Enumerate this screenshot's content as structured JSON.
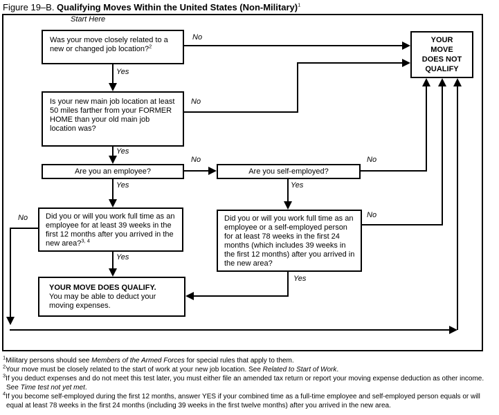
{
  "title": {
    "prefix": "Figure 19–B. ",
    "bold": "Qualifying Moves Within the United States (Non-Military)",
    "sup": "1"
  },
  "start_here": "Start Here",
  "labels": {
    "no": "No",
    "yes": "Yes"
  },
  "boxes": {
    "q1": {
      "text": "Was your move closely related to a new or changed job location?",
      "sup": "2"
    },
    "q2": {
      "text": "Is your new main job location at least 50 miles farther from your FORMER HOME than your old main job location was?"
    },
    "q3": {
      "text": "Are you an employee?"
    },
    "q4": {
      "text": "Are you self-employed?"
    },
    "q5": {
      "text": "Did you or will you work full time as an employee for at least 39 weeks in the first 12 months after you arrived in the new area?",
      "sup": "3, 4"
    },
    "q6": {
      "text": "Did you or will you work full time as an employee or a self-employed person for at least 78 weeks in the first 24 months (which includes 39 weeks in the first 12 months) after you arrived in the new area?"
    },
    "qualify": {
      "title": "YOUR MOVE DOES QUALIFY.",
      "text": "You may be able to deduct your moving expenses."
    },
    "not_qualify": {
      "text": "YOUR MOVE DOES NOT QUALIFY"
    }
  },
  "footnotes": [
    {
      "sup": "1",
      "pre": "Military persons should see ",
      "italic": "Members of the Armed Forces",
      "post": " for special rules that apply to them."
    },
    {
      "sup": "2",
      "pre": "Your move must be closely related to the start of work at your new job location. See ",
      "italic": "Related to Start of Work",
      "post": "."
    },
    {
      "sup": "3",
      "pre": "If you deduct expenses and do not meet this test later, you must either file an amended tax return or report your moving expense deduction as other income. See ",
      "italic": "Time test not yet met",
      "post": "."
    },
    {
      "sup": "4",
      "pre": "If you become self-employed during the first 12 months, answer YES if your combined time as a full-time employee and self-employed person equals or will equal at least 78 weeks in the first 24 months (including 39 weeks in the first twelve months) after you arrived in the new area.",
      "italic": "",
      "post": ""
    }
  ],
  "colors": {
    "line": "#000000",
    "background": "#ffffff",
    "text": "#000000"
  }
}
